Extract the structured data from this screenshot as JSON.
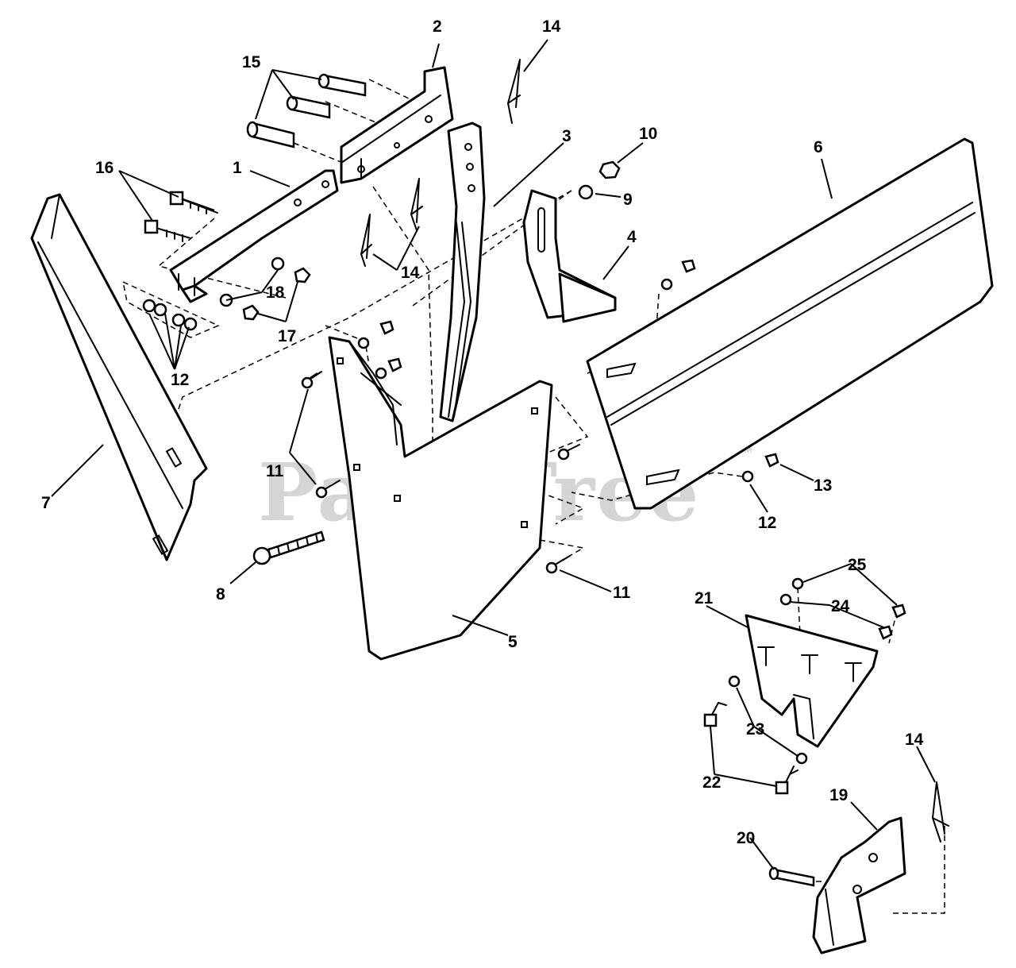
{
  "watermark": {
    "text": "PartsTree",
    "tm": "TM"
  },
  "callouts": {
    "c1": "1",
    "c2": "2",
    "c3": "3",
    "c4": "4",
    "c5": "5",
    "c6": "6",
    "c7": "7",
    "c8": "8",
    "c9": "9",
    "c10": "10",
    "c11": "11",
    "c12": "12",
    "c13": "13",
    "c14": "14",
    "c15": "15",
    "c16": "16",
    "c17": "17",
    "c18": "18",
    "c19": "19",
    "c20": "20",
    "c21": "21",
    "c22": "22",
    "c23": "23",
    "c24": "24",
    "c25": "25"
  }
}
